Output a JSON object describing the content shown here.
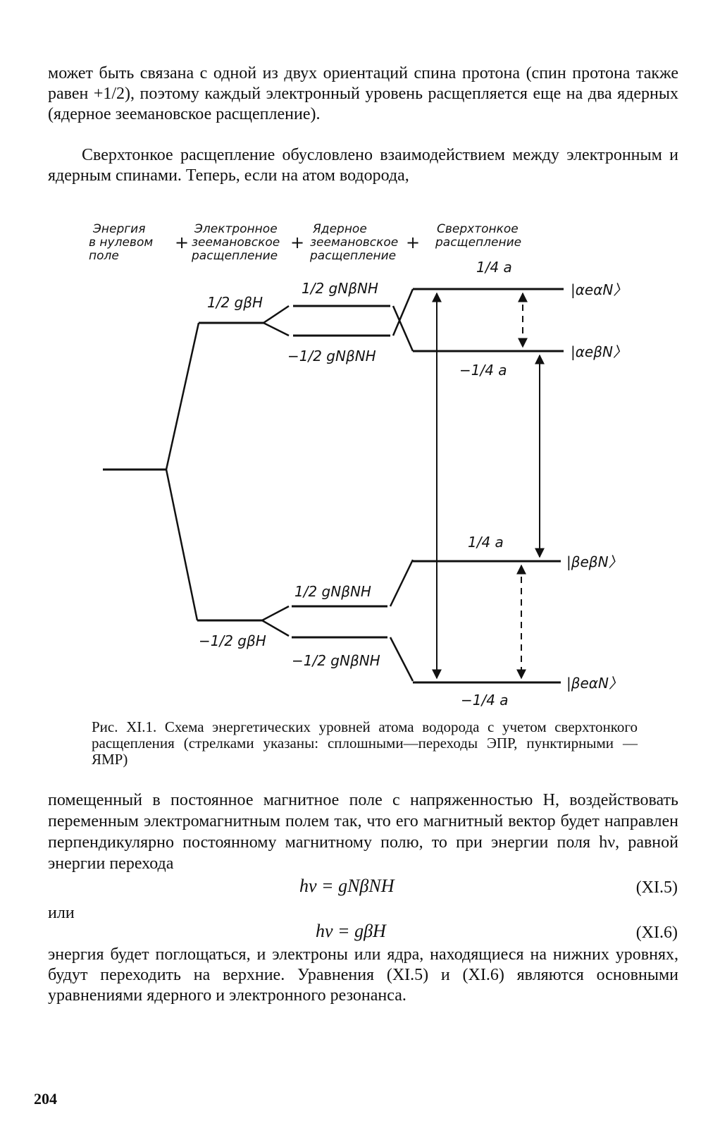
{
  "paragraphs": {
    "p1": "может быть связана с одной из двух ориентаций спина протона (спин протона также равен +1/2), поэтому каждый электронный уровень расщепляется еще на два ядерных (ядерное зеемановское расщепление).",
    "p2": "Сверхтонкое расщепление обусловлено взаимодействием между электронным и ядерным спинами. Теперь, если на атом водорода,",
    "p3": "помещенный в постоянное магнитное поле с напряженностью H, воздействовать переменным электромагнитным полем так, что его магнитный вектор будет направлен перпендикулярно постоянному магнитному полю, то при энергии поля hν, равной энергии перехода",
    "ili": "или",
    "p4": "энергия будет поглощаться, и электроны или ядра, находящиеся на нижних уровнях, будут переходить на верхние. Уравнения (XI.5) и (XI.6) являются основными уравнениями ядерного и электронного резонанса."
  },
  "equations": {
    "eq5": "hν = gNβNH",
    "eq5_num": "(XI.5)",
    "eq6": "hν = gβH",
    "eq6_num": "(XI.6)"
  },
  "figure": {
    "headers": {
      "col1": [
        "Энергия",
        "в нулевом",
        "поле"
      ],
      "col2": [
        "Электронное",
        "зеемановское",
        "расщепление"
      ],
      "col3": [
        "Ядерное",
        "зеемановское",
        "расщепление"
      ],
      "col4": [
        "Сверхтонкое",
        "расщепление"
      ],
      "plus": "+"
    },
    "labels": {
      "electron_upper": "1/2 gβH",
      "electron_lower": "−1/2 gβH",
      "nuclear_upper_plus": "1/2 gNβNH",
      "nuclear_upper_minus": "−1/2 gNβNH",
      "nuclear_lower_plus": "1/2 gNβNH",
      "nuclear_lower_minus": "−1/2 gNβNH",
      "hf_1": "1/4 a",
      "hf_2": "−1/4 a",
      "hf_3": "1/4 a",
      "hf_4": "−1/4 a"
    },
    "states": [
      "|αeαN〉",
      "|αeβN〉",
      "|βeβN〉",
      "|βeαN〉"
    ]
  },
  "caption": "Рис. XI.1. Схема энергетических уровней атома водорода с учетом сверхтонкого расщепления (стрелками указаны: сплошными—переходы ЭПР, пунктирными — ЯМР)",
  "page_number": "204"
}
